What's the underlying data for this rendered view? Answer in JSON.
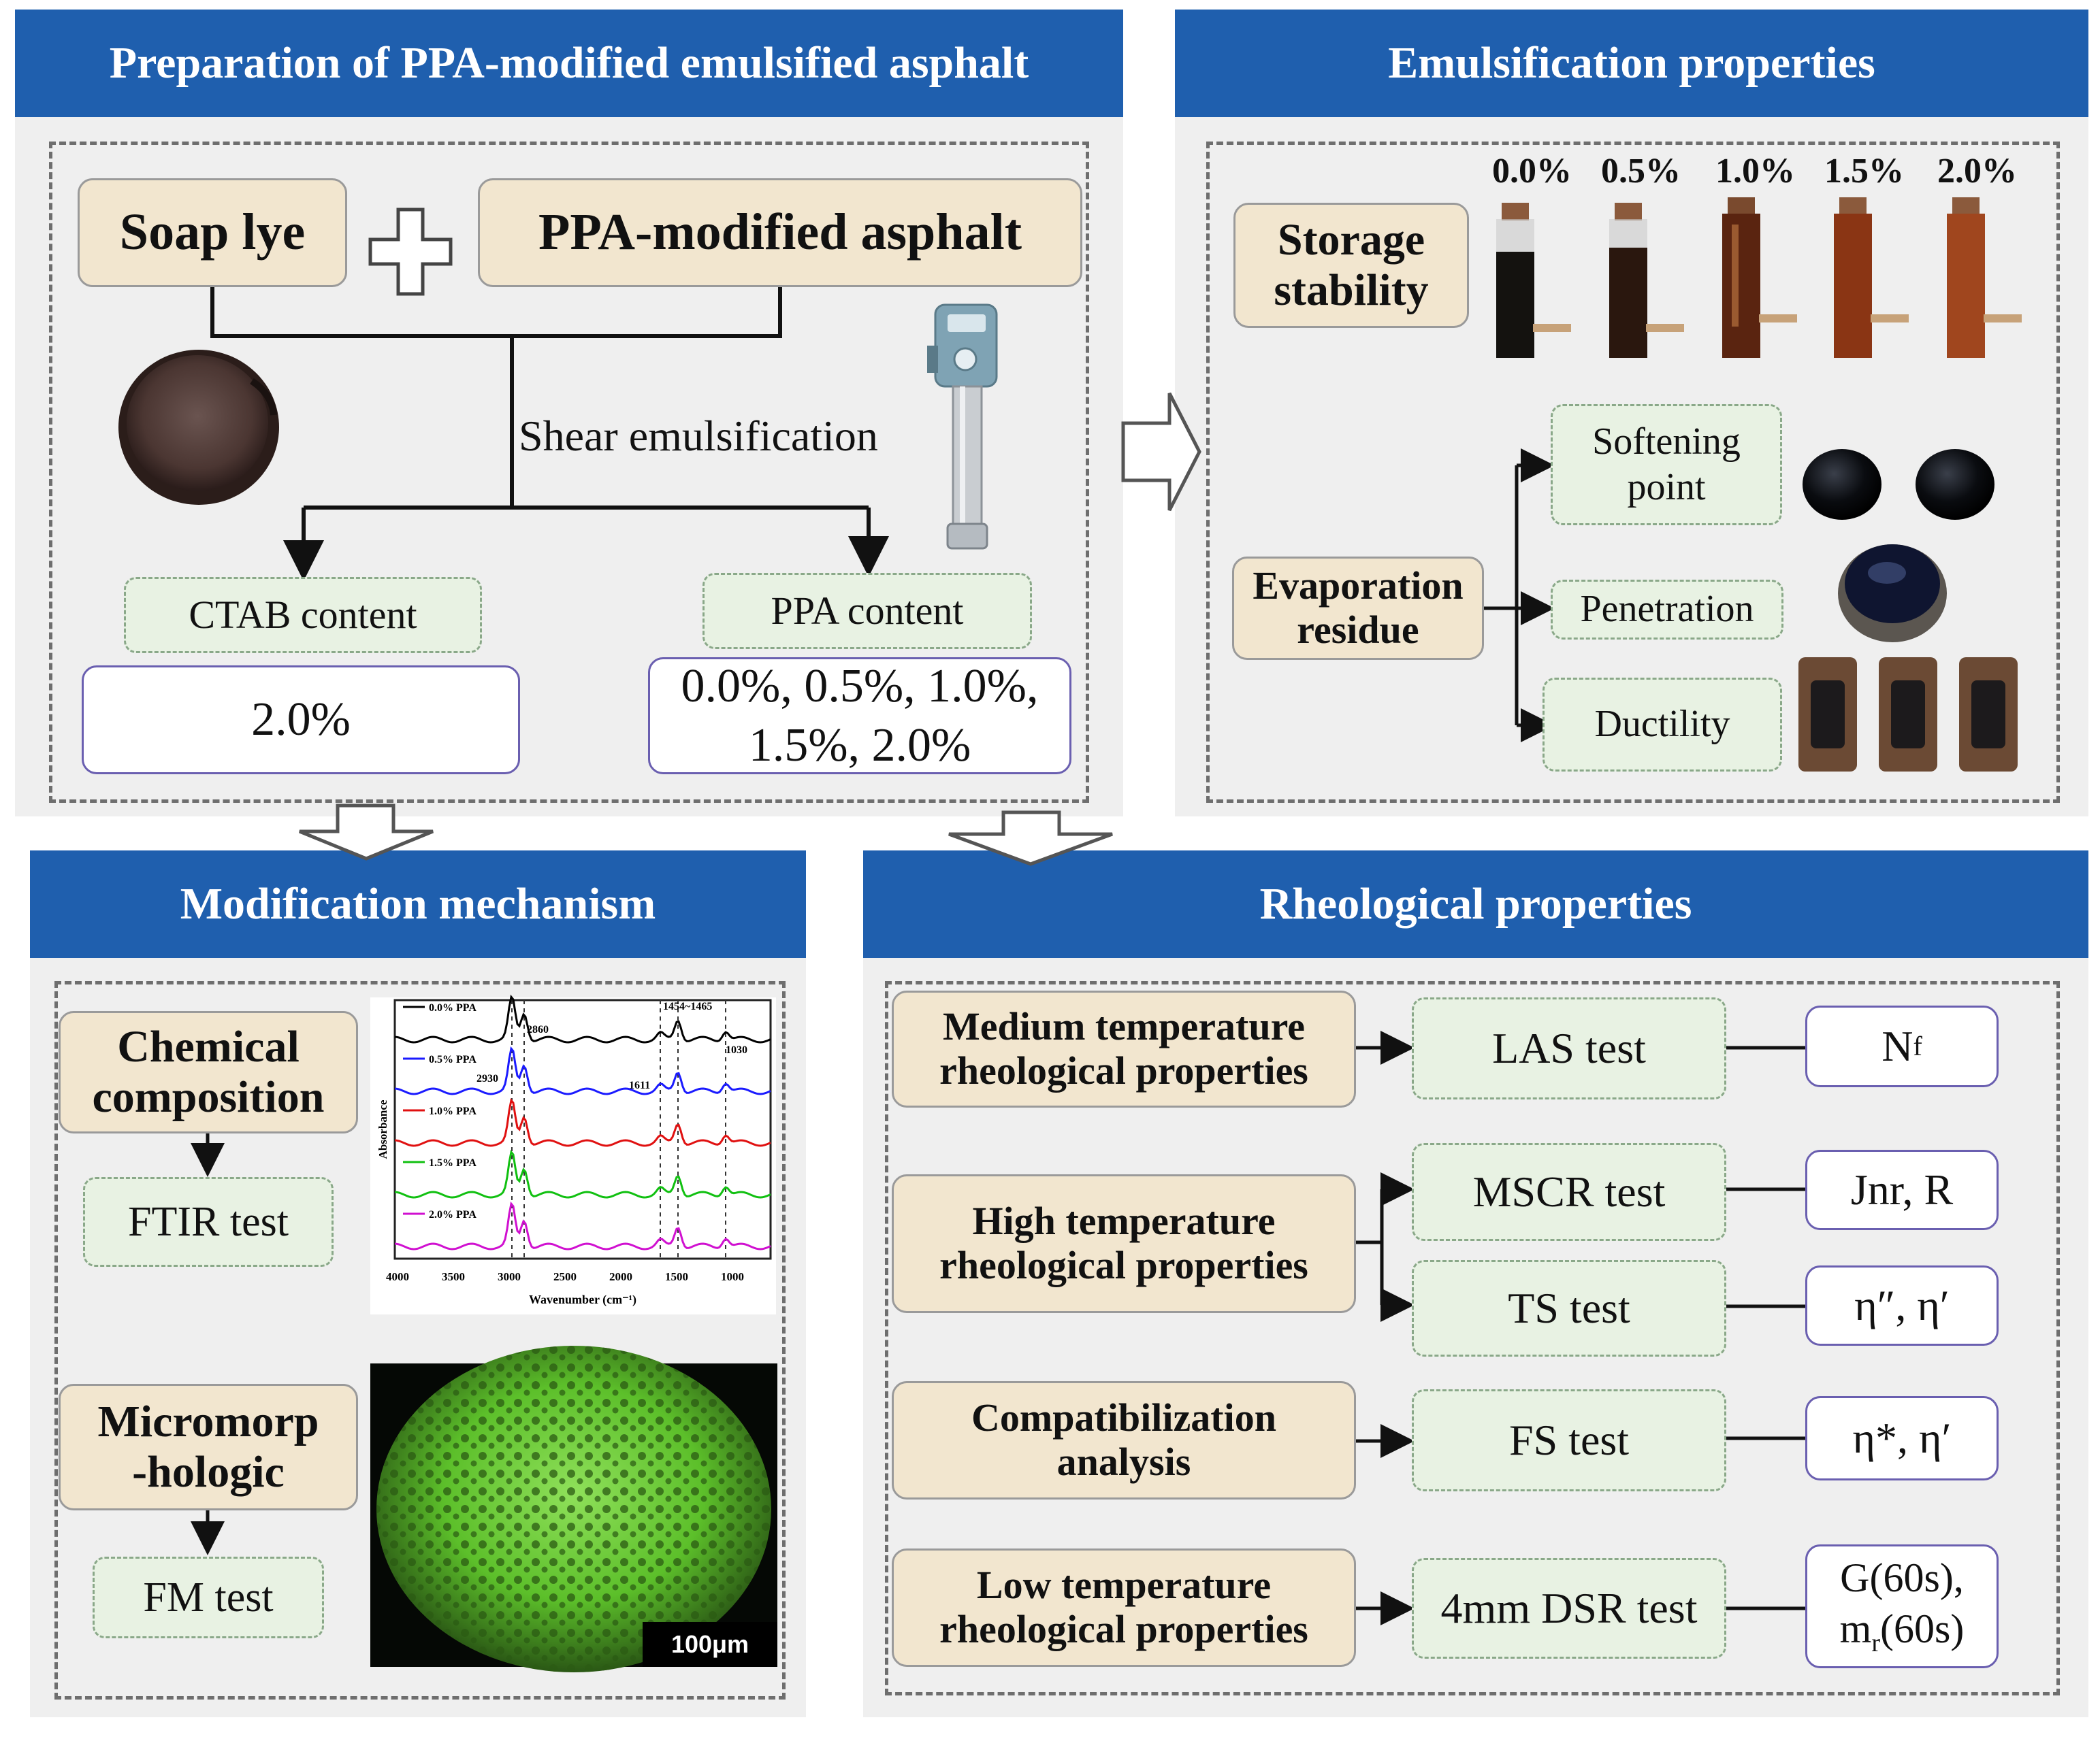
{
  "panels": {
    "preparation": {
      "title": "Preparation of PPA-modified emulsified asphalt",
      "soap_lye": "Soap lye",
      "ppa_asphalt": "PPA-modified asphalt",
      "shear_label": "Shear emulsification",
      "ctab_label": "CTAB content",
      "ctab_value": "2.0%",
      "ppa_label": "PPA content",
      "ppa_values_line1": "0.0%, 0.5%, 1.0%,",
      "ppa_values_line2": "1.5%, 2.0%"
    },
    "emulsification": {
      "title": "Emulsification properties",
      "storage_line1": "Storage",
      "storage_line2": "stability",
      "tube_labels": [
        "0.0%",
        "0.5%",
        "1.0%",
        "1.5%",
        "2.0%"
      ],
      "evap_line1": "Evaporation",
      "evap_line2": "residue",
      "softening_line1": "Softening",
      "softening_line2": "point",
      "penetration": "Penetration",
      "ductility": "Ductility"
    },
    "mechanism": {
      "title": "Modification mechanism",
      "chem_line1": "Chemical",
      "chem_line2": "composition",
      "ftir": "FTIR test",
      "micro_line1": "Micromorp",
      "micro_line2": "-hologic",
      "fm": "FM test",
      "scale_bar": "100μm",
      "ftir_chart": {
        "series_labels": [
          "0.0% PPA",
          "0.5% PPA",
          "1.0% PPA",
          "1.5% PPA",
          "2.0% PPA"
        ],
        "series_colors": [
          "#000000",
          "#1a1aff",
          "#e01010",
          "#10c010",
          "#d010d0"
        ],
        "annotations": [
          "2860",
          "2930",
          "1611",
          "1454~1465",
          "1030"
        ],
        "x_ticks": [
          "4000",
          "3500",
          "3000",
          "2500",
          "2000",
          "1500",
          "1000"
        ],
        "x_label": "Wavenumber (cm⁻¹)",
        "y_label": "Absorbance"
      }
    },
    "rheological": {
      "title": "Rheological properties",
      "rows": [
        {
          "prop_line1": "Medium temperature",
          "prop_line2": "rheological properties",
          "test": "LAS test",
          "result": "N",
          "result_sub": "f"
        },
        {
          "prop_line1": "High temperature",
          "prop_line2": "rheological properties",
          "test_a": "MSCR test",
          "result_a": "Jnr, R",
          "test_b": "TS test",
          "result_b": "η″, η′"
        },
        {
          "prop_line1": "Compatibilization",
          "prop_line2": "analysis",
          "test": "FS test",
          "result": "η*, η′"
        },
        {
          "prop_line1": "Low temperature",
          "prop_line2": "rheological properties",
          "test": "4mm DSR test",
          "result_line1": "G(60s),",
          "result_line2_pre": "m",
          "result_line2_sub": "r",
          "result_line2_post": "(60s)"
        }
      ]
    }
  }
}
